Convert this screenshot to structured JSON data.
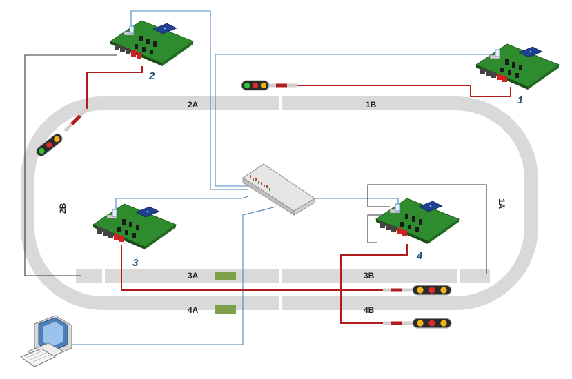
{
  "diagram": {
    "track_segments": [
      {
        "id": "1A",
        "label": "1A"
      },
      {
        "id": "1B",
        "label": "1B"
      },
      {
        "id": "2A",
        "label": "2A"
      },
      {
        "id": "2B",
        "label": "2B"
      },
      {
        "id": "3A",
        "label": "3A"
      },
      {
        "id": "3B",
        "label": "3B"
      },
      {
        "id": "4A",
        "label": "4A"
      },
      {
        "id": "4B",
        "label": "4B"
      }
    ],
    "controller_boards": [
      {
        "id": "1",
        "label": "1"
      },
      {
        "id": "2",
        "label": "2"
      },
      {
        "id": "3",
        "label": "3"
      },
      {
        "id": "4",
        "label": "4"
      }
    ],
    "signals": [
      {
        "id": "s1",
        "aspect": [
          "green",
          "red",
          "yellow"
        ]
      },
      {
        "id": "s2",
        "aspect": [
          "green",
          "red",
          "yellow"
        ]
      },
      {
        "id": "s3",
        "aspect": [
          "yellow",
          "red",
          "yellow"
        ]
      },
      {
        "id": "s4",
        "aspect": [
          "yellow",
          "red",
          "yellow"
        ]
      }
    ],
    "devices": [
      "network-switch",
      "computer-workstation"
    ],
    "colors": {
      "track": "#d9d9d9",
      "network_wire": "#4a86c5",
      "signal_wire": "#b01c1c",
      "feed_wire": "#333333",
      "board": "#2e8b2e",
      "occupancy_block": "#7fa04a"
    }
  }
}
